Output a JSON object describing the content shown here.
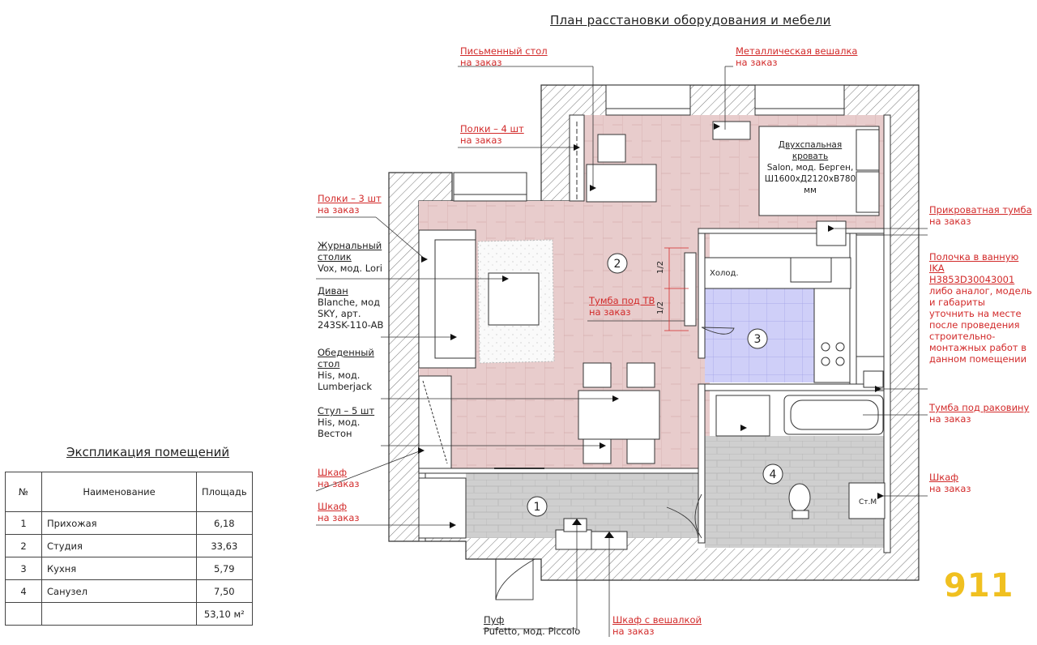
{
  "title": "План расстановки оборудования и мебели",
  "rooms": [
    {
      "num": "1"
    },
    {
      "num": "2"
    },
    {
      "num": "3"
    },
    {
      "num": "4"
    }
  ],
  "fixtures": {
    "fridge": "Холод.",
    "washer": "Ст.М"
  },
  "dimensions": {
    "tv_half_top": "1/2",
    "tv_half_bottom": "1/2"
  },
  "bed_label": {
    "line1": "Двухспальная",
    "line2": "кровать",
    "line3": "Salon, мод. Берген,",
    "line4": "Ш1600хД2120хВ780",
    "line5": "мм"
  },
  "callouts": {
    "desk": {
      "name": "Письменный стол",
      "note": "на заказ"
    },
    "rack": {
      "name": "Металлическая вешалка",
      "note": "на заказ"
    },
    "shelves4": {
      "name": "Полки – 4 шт",
      "note": "на заказ"
    },
    "shelves3": {
      "name": "Полки – 3 шт",
      "note": "на заказ"
    },
    "coffee_table": {
      "name": "Журнальный",
      "name2": "столик",
      "model": "Vox, мод. Lori"
    },
    "sofa": {
      "name": "Диван",
      "model1": "Blanche, мод",
      "model2": "SKY, арт.",
      "model3": "243SK-110-AB"
    },
    "dining_table": {
      "name": "Обеденный",
      "name2": "стол",
      "model1": "His, мод.",
      "model2": "Lumberjack"
    },
    "chairs": {
      "name": "Стул – 5 шт",
      "model1": "His, мод.",
      "model2": "Вестон"
    },
    "wardrobe1": {
      "name": "Шкаф",
      "note": "на заказ"
    },
    "wardrobe2": {
      "name": "Шкаф",
      "note": "на заказ"
    },
    "tv_stand": {
      "name": "Тумба под ТВ",
      "note": "на заказ"
    },
    "bedside": {
      "name": "Прикроватная тумба",
      "note": "на заказ"
    },
    "bath_shelf": {
      "line1": "Полочка в ванную",
      "line2": "IKA",
      "line3": "H3853D30043001",
      "line4": "либо аналог, модель",
      "line5": "и габариты",
      "line6": "уточнить на месте",
      "line7": "после проведения",
      "line8": "строительно-",
      "line9": "монтажных работ в",
      "line10": "данном помещении"
    },
    "sink_cabinet": {
      "name": "Тумба под раковину",
      "note": "на заказ"
    },
    "bath_wardrobe": {
      "name": "Шкаф",
      "note": "на заказ"
    },
    "pouf": {
      "name": "Пуф",
      "model": "Pufetto, мод. Piccolo"
    },
    "hall_wardrobe": {
      "name": "Шкаф с вешалкой",
      "note": "на заказ"
    }
  },
  "explication": {
    "title": "Экспликация помещений",
    "headers": {
      "no": "№",
      "name": "Наименование",
      "area": "Площадь"
    },
    "rows": [
      {
        "no": "1",
        "name": "Прихожая",
        "area": "6,18"
      },
      {
        "no": "2",
        "name": "Студия",
        "area": "33,63"
      },
      {
        "no": "3",
        "name": "Кухня",
        "area": "5,79"
      },
      {
        "no": "4",
        "name": "Санузел",
        "area": "7,50"
      }
    ],
    "total": "53,10 м²"
  },
  "logo": "911",
  "colors": {
    "studio_floor": "#e8cccc",
    "kitchen_floor": "#cfcff8",
    "tile_floor": "#cfcfcf",
    "callout_red": "#d22a2a",
    "logo_yellow": "#f0c020"
  }
}
